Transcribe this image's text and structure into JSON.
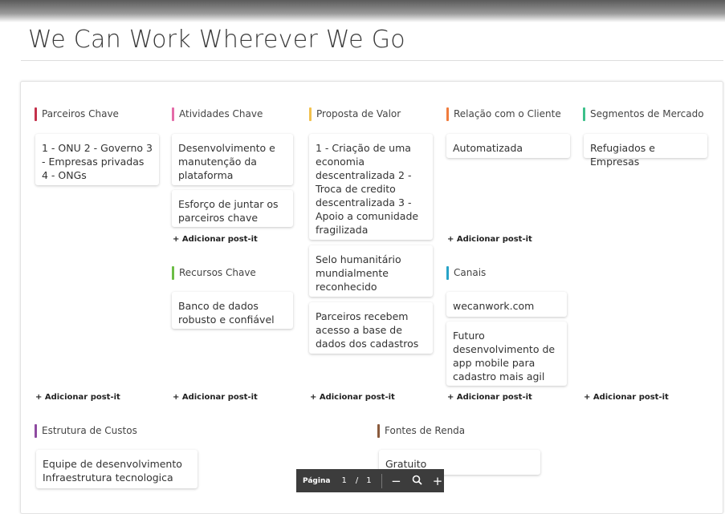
{
  "title": "We Can Work Wherever We Go",
  "add_label": "+ Adicionar post-it",
  "sections": {
    "parceiros": {
      "label": "Parceiros Chave",
      "color": "#c4314b",
      "notes": [
        "1 - ONU 2 - Governo 3 - Empresas privadas 4 - ONGs"
      ]
    },
    "atividades": {
      "label": "Atividades Chave",
      "color": "#e46ba8",
      "notes": [
        "Desenvolvimento e manutenção da plataforma",
        "Esforço de juntar os parceiros chave"
      ]
    },
    "recursos": {
      "label": "Recursos Chave",
      "color": "#6cbd45",
      "notes": [
        "Banco de dados robusto e confiável"
      ]
    },
    "proposta": {
      "label": "Proposta de Valor",
      "color": "#f2c14e",
      "notes": [
        "1 - Criação de uma economia descentralizada 2 - Troca de credito descentralizada 3 - Apoio a comunidade fragilizada",
        "Selo humanitário mundialmente reconhecido",
        "Parceiros recebem acesso a base de dados dos cadastros"
      ]
    },
    "relacao": {
      "label": "Relação com o Cliente",
      "color": "#f07c3d",
      "notes": [
        "Automatizada"
      ]
    },
    "canais": {
      "label": "Canais",
      "color": "#27a3c7",
      "notes": [
        "wecanwork.com",
        "Futuro desenvolvimento de app mobile para cadastro mais agil"
      ]
    },
    "segmentos": {
      "label": "Segmentos de Mercado",
      "color": "#3cc08a",
      "notes": [
        "Refugiados e Empresas"
      ]
    },
    "custos": {
      "label": "Estrutura de Custos",
      "color": "#8e4aa0",
      "notes": [
        "Equipe de desenvolvimento Infraestrutura tecnologica"
      ]
    },
    "renda": {
      "label": "Fontes de Renda",
      "color": "#8a5a3c",
      "notes": [
        "Gratuito"
      ]
    }
  },
  "pager": {
    "label": "Página",
    "current": "1",
    "separator": "/",
    "total": "1",
    "zoom_out": "−",
    "zoom_icon": "🔍",
    "zoom_in": "+"
  }
}
